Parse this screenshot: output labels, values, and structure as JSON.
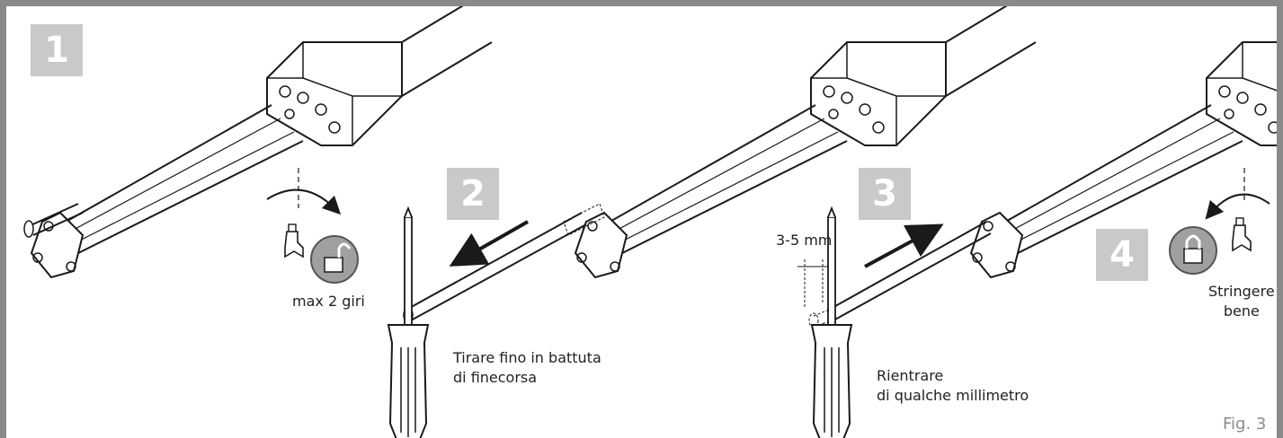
{
  "steps": {
    "s1": "1",
    "s2": "2",
    "s3": "3",
    "s4": "4"
  },
  "labels": {
    "step1_note": "max 2 giri",
    "step2_line1": "Tirare fino in battuta",
    "step2_line2": "di finecorsa",
    "step3_line1": "Rientrare",
    "step3_line2": "di qualche millimetro",
    "step3_dim": "3-5 mm",
    "step4_line1": "Stringere",
    "step4_line2": "bene"
  },
  "figure_label": "Fig. 3",
  "colors": {
    "frame": "#8a8a8a",
    "badge": "#c9c9c9",
    "lock_circle": "#a0a0a0",
    "line": "#1a1a1a"
  },
  "icons": [
    "unlock-icon",
    "lock-icon",
    "release-key-icon",
    "screwdriver-icon",
    "rotate-arrow-icon",
    "direction-arrow-icon"
  ]
}
